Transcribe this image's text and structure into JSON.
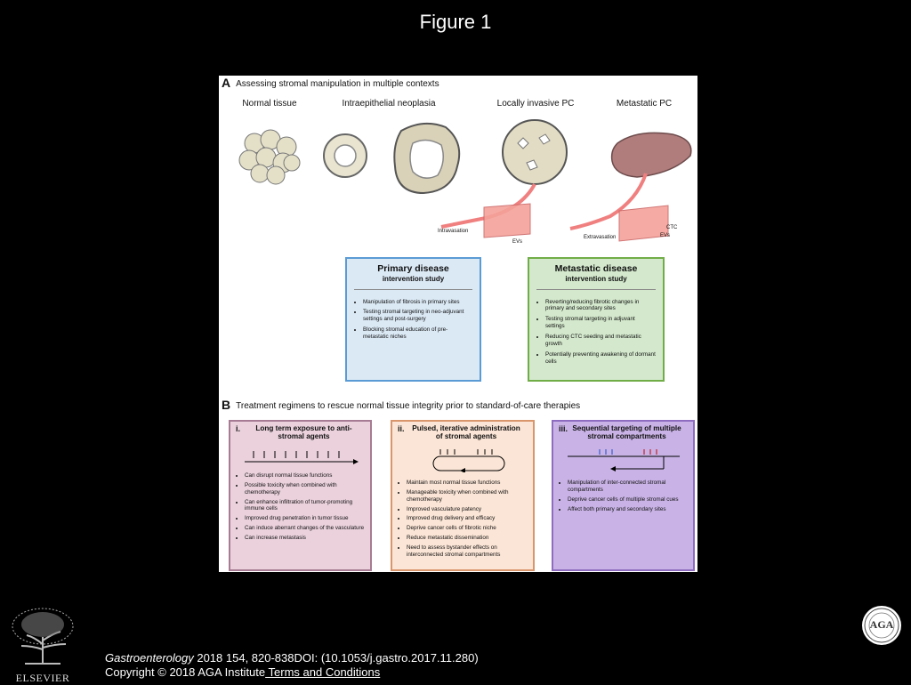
{
  "slide": {
    "title": "Figure 1",
    "citation_journal": "Gastroenterology",
    "citation_rest": " 2018 154, 820-838DOI: (10.1053/j.gastro.2017.11.280)",
    "copyright": "Copyright © 2018 AGA Institute",
    "terms_link": " Terms and Conditions",
    "publisher_logo_text": "ELSEVIER",
    "society_logo_text": "AGA"
  },
  "figure": {
    "panel_a": {
      "letter": "A",
      "heading": "Assessing stromal manipulation in multiple contexts",
      "contexts": [
        "Normal tissue",
        "Intraepithelial neoplasia",
        "Locally invasive PC",
        "Metastatic PC"
      ],
      "labels": {
        "intravasation": "Intravasation",
        "evs": "EVs",
        "extravasation": "Extravasation",
        "ctc": "CTC",
        "evs2": "EVs"
      },
      "primary": {
        "title": "Primary disease",
        "subtitle": "intervention study",
        "items": [
          "Manipulation of fibrosis in primary sites",
          "Testing stromal targeting in neo-adjuvant settings and post-surgery",
          "Blocking stromal education of pre-metastatic niches"
        ]
      },
      "metastatic": {
        "title": "Metastatic disease",
        "subtitle": "intervention study",
        "items": [
          "Reverting/reducing fibrotic changes in primary and secondary sites",
          "Testing stromal targeting in adjuvant settings",
          "Reducing CTC seeding and metastatic growth",
          "Potentially preventing awakening of dormant cells"
        ]
      }
    },
    "panel_b": {
      "letter": "B",
      "heading": "Treatment regimens to rescue normal tissue integrity prior to standard-of-care therapies",
      "regimens": [
        {
          "num": "i.",
          "title": "Long term exposure to anti-stromal agents",
          "items": [
            "Can disrupt normal tissue functions",
            "Possible toxicity when combined with chemotherapy",
            "Can enhance infiltration of tumor-promoting immune cells",
            "Improved drug penetration in tumor tissue",
            "Can induce aberrant changes of the vasculature",
            "Can increase metastasis"
          ]
        },
        {
          "num": "ii.",
          "title": "Pulsed, iterative administration of stromal agents",
          "items": [
            "Maintain most normal tissue functions",
            "Manageable toxicity when combined with chemotherapy",
            "Improved vasculature patency",
            "Improved drug delivery and efficacy",
            "Deprive cancer cells of fibrotic niche",
            "Reduce metastatic dissemination",
            "Need to assess bystander effects on interconnected stromal compartments"
          ]
        },
        {
          "num": "iii.",
          "title": "Sequential targeting of multiple stromal compartments",
          "items": [
            "Manipulation of inter-connected stromal compartments",
            "Deprive cancer cells of multiple stromal cues",
            "Affect both primary and secondary sites"
          ]
        }
      ]
    }
  },
  "colors": {
    "primary_box": "#dbe9f5",
    "metastatic_box": "#d3e8cc",
    "regimen_i": "#ead1dc",
    "regimen_ii": "#fbe5d6",
    "regimen_iii": "#c9b3e6",
    "vessel": "#f08080"
  }
}
